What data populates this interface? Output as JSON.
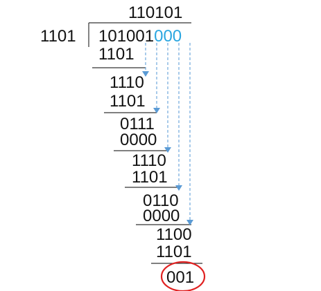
{
  "quotient": "110101",
  "divisor": "1101",
  "dividend": {
    "main": "101001",
    "appended": "000"
  },
  "steps": [
    "1101",
    "1110",
    "1101",
    "0111",
    "0000",
    "1110",
    "1101",
    "0110",
    "0000",
    "1100",
    "1101"
  ],
  "remainder": "001",
  "colors": {
    "appended_bits": "#2aa6e0",
    "arrows": "#5b9bd5",
    "remainder_circle": "#e02020"
  }
}
